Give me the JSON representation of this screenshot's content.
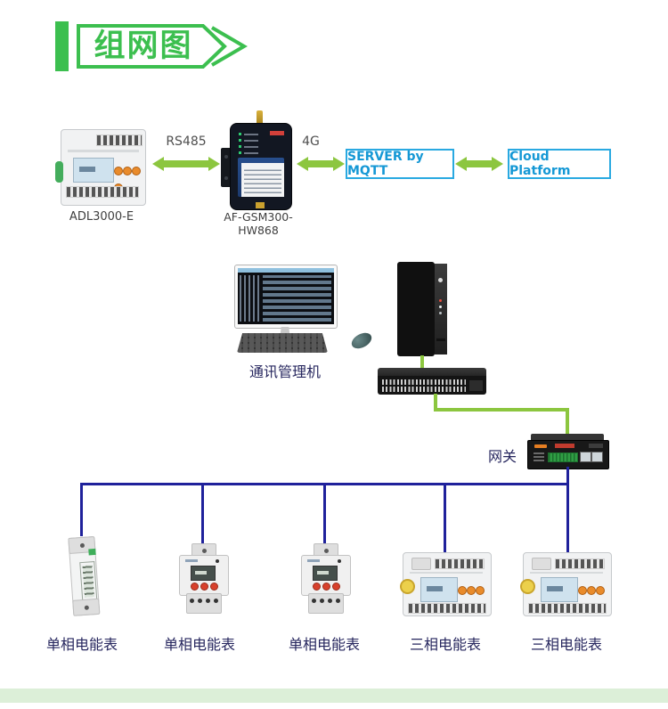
{
  "title": {
    "text": "组网图",
    "color": "#3CBF4F"
  },
  "top_flow": {
    "meter_label": "ADL3000-E",
    "rs485_label": "RS485",
    "modem_label": "AF-GSM300-HW868",
    "g4_label": "4G",
    "server_label": "SERVER by MQTT",
    "cloud_label": "Cloud Platform",
    "arrow_color": "#8CC63F",
    "box_border_color": "#29A9E1",
    "box_text_color": "#1598D5"
  },
  "middle": {
    "computer_label": "通讯管理机",
    "gateway_label": "网关",
    "link_line_green": "#8CC63F",
    "bus_line_blue": "#1F219B"
  },
  "meters": [
    {
      "label": "单相电能表",
      "type": "single-phase"
    },
    {
      "label": "单相电能表",
      "type": "single-phase"
    },
    {
      "label": "单相电能表",
      "type": "single-phase"
    },
    {
      "label": "三相电能表",
      "type": "three-phase"
    },
    {
      "label": "三相电能表",
      "type": "three-phase"
    }
  ],
  "footer": {
    "bar_color": "#dcefd8"
  }
}
